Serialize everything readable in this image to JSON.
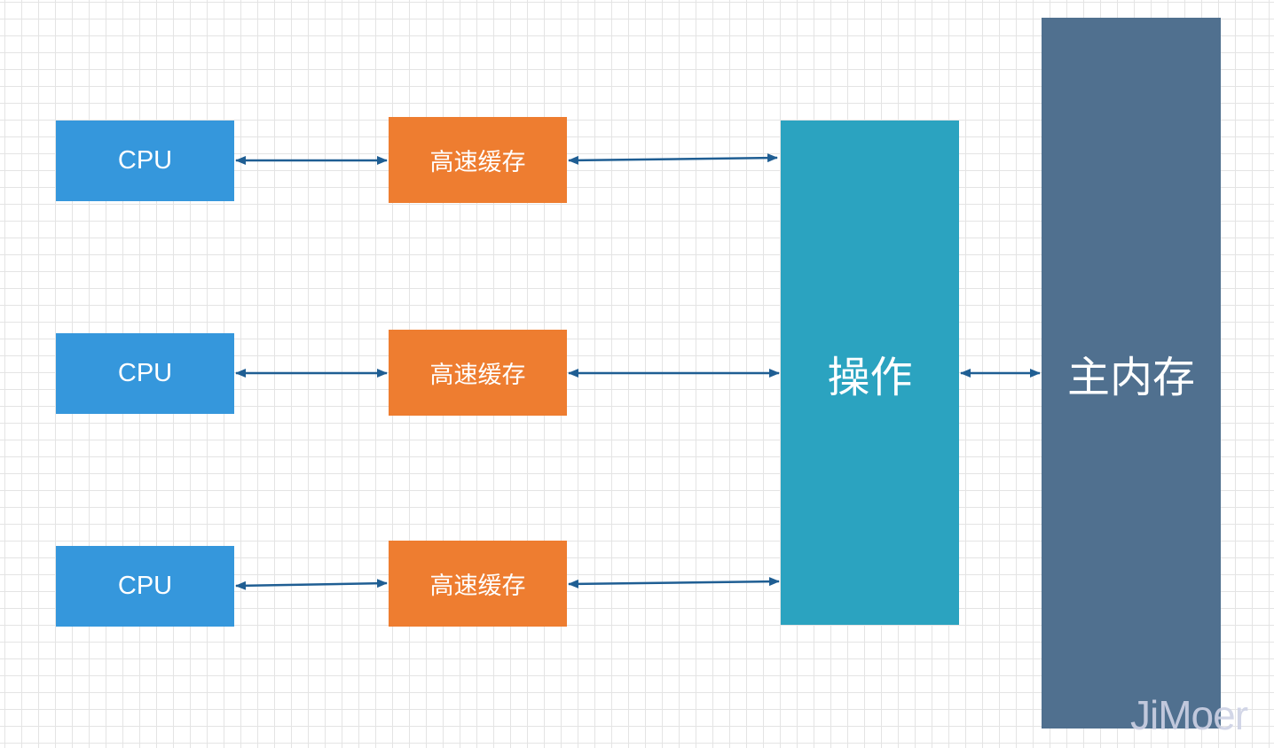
{
  "diagram": {
    "cpus": [
      {
        "label": "CPU"
      },
      {
        "label": "CPU"
      },
      {
        "label": "CPU"
      }
    ],
    "caches": [
      {
        "label": "高速缓存"
      },
      {
        "label": "高速缓存"
      },
      {
        "label": "高速缓存"
      }
    ],
    "operation": {
      "label": "操作"
    },
    "main_memory": {
      "label": "主内存"
    },
    "connectors": [
      {
        "from": "CPU",
        "to": "高速缓存",
        "direction": "bidirectional"
      },
      {
        "from": "高速缓存",
        "to": "操作",
        "direction": "bidirectional"
      },
      {
        "from": "操作",
        "to": "主内存",
        "direction": "bidirectional"
      }
    ]
  },
  "watermark": "JiMoer",
  "colors": {
    "cpu": "#3597dc",
    "cache": "#ee7d30",
    "operation": "#2ba3c0",
    "main_memory": "#50708f",
    "arrow": "#1f5e93",
    "grid": "#e4e4e4"
  }
}
